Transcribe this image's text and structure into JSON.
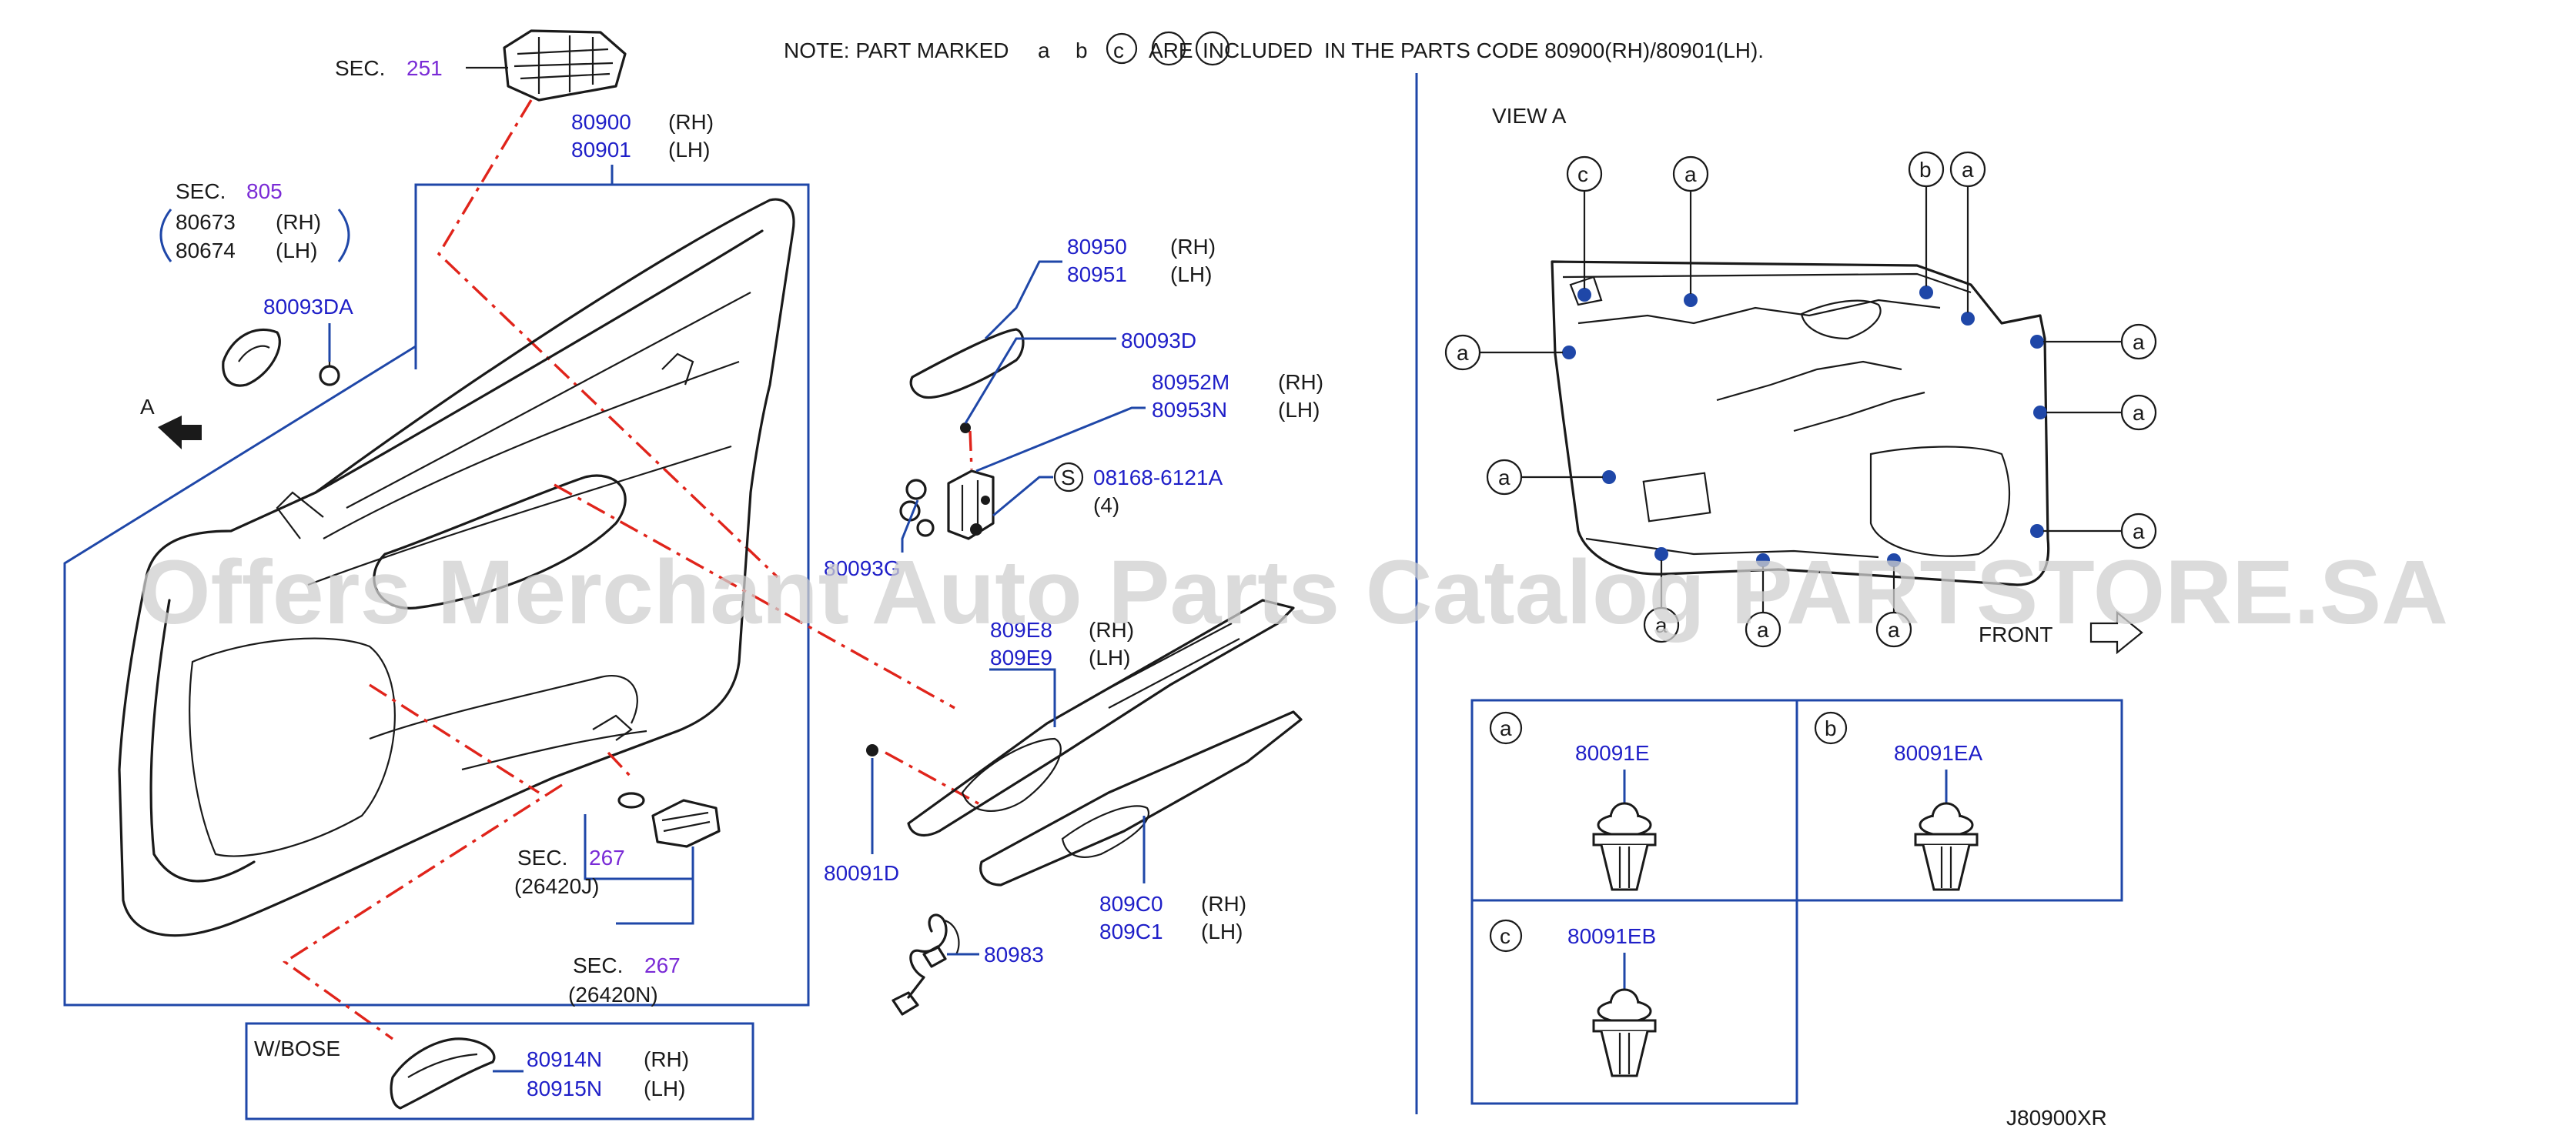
{
  "note": {
    "prefix": "NOTE:  PART  MARKED",
    "mark_a": "a",
    "mark_b": "b",
    "mark_c": "c",
    "are": "ARE",
    "included": "INCLUDED",
    "suffix": "IN  THE  PARTS  CODE  80900(RH)/80901(LH)."
  },
  "sec_251": {
    "label": "SEC.",
    "num": "251"
  },
  "trim_main": {
    "rh_num": "80900",
    "rh": "(RH)",
    "lh_num": "80901",
    "lh": "(LH)"
  },
  "sec_805": {
    "label": "SEC.",
    "num": "805",
    "rh_num": "80673",
    "rh": "(RH)",
    "lh_num": "80674",
    "lh": "(LH)"
  },
  "p_80093DA": "80093DA",
  "arrow_a": "A",
  "p_80950": {
    "rh_num": "80950",
    "rh": "(RH)",
    "lh_num": "80951",
    "lh": "(LH)"
  },
  "p_80093D": "80093D",
  "p_80952": {
    "rh_num": "80952M",
    "rh": "(RH)",
    "lh_num": "80953N",
    "lh": "(LH)"
  },
  "p_08168": {
    "s": "S",
    "num": "08168-6121A",
    "qty": "(4)"
  },
  "p_80093G": "80093G",
  "p_809E8": {
    "rh_num": "809E8",
    "rh": "(RH)",
    "lh_num": "809E9",
    "lh": "(LH)"
  },
  "p_80091D": "80091D",
  "p_809C0": {
    "rh_num": "809C0",
    "rh": "(RH)",
    "lh_num": "809C1",
    "lh": "(LH)"
  },
  "p_80983": "80983",
  "sec_267a": {
    "label": "SEC.",
    "num": "267",
    "code": "(26420J)"
  },
  "sec_267b": {
    "label": "SEC.",
    "num": "267",
    "code": "(26420N)"
  },
  "wbose": {
    "label": "W/BOSE",
    "rh_num": "80914N",
    "rh": "(RH)",
    "lh_num": "80915N",
    "lh": "(LH)"
  },
  "view": {
    "title": "VIEW   A",
    "front": "FRONT",
    "mark_a": "a",
    "mark_b": "b",
    "mark_c": "c"
  },
  "clip_a": {
    "mark": "a",
    "num": "80091E"
  },
  "clip_b": {
    "mark": "b",
    "num": "80091EA"
  },
  "clip_c": {
    "mark": "c",
    "num": "80091EB"
  },
  "diagram_code": "J80900XR",
  "watermark": "Offers Merchant Auto Parts Catalog PARTSTORE.SA",
  "colors": {
    "part_number": "#1f1fc8",
    "section_number": "#7a2bd6",
    "leader": "#1f47a8",
    "assembly_line": "#e0241b"
  }
}
